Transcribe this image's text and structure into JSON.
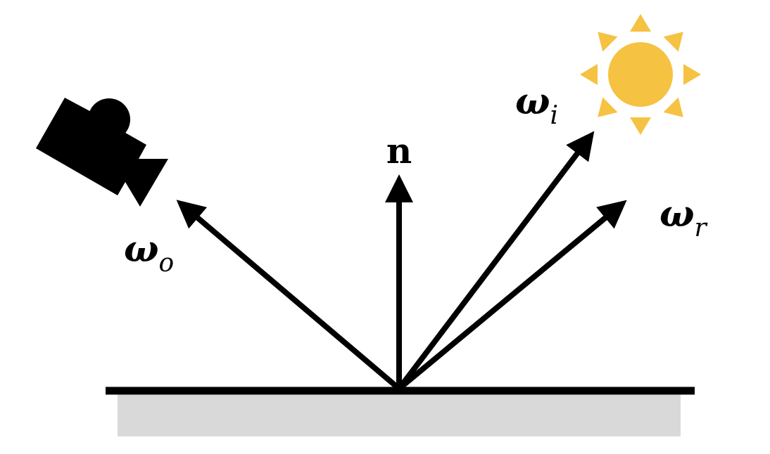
{
  "labels": {
    "normal": "n",
    "outgoing": {
      "symbol": "ω",
      "subscript": "o"
    },
    "incident": {
      "symbol": "ω",
      "subscript": "i"
    },
    "reflected": {
      "symbol": "ω",
      "subscript": "r"
    }
  },
  "colors": {
    "sun": "#F5C242",
    "surface": "#D9D9D9",
    "ink": "#000000"
  }
}
